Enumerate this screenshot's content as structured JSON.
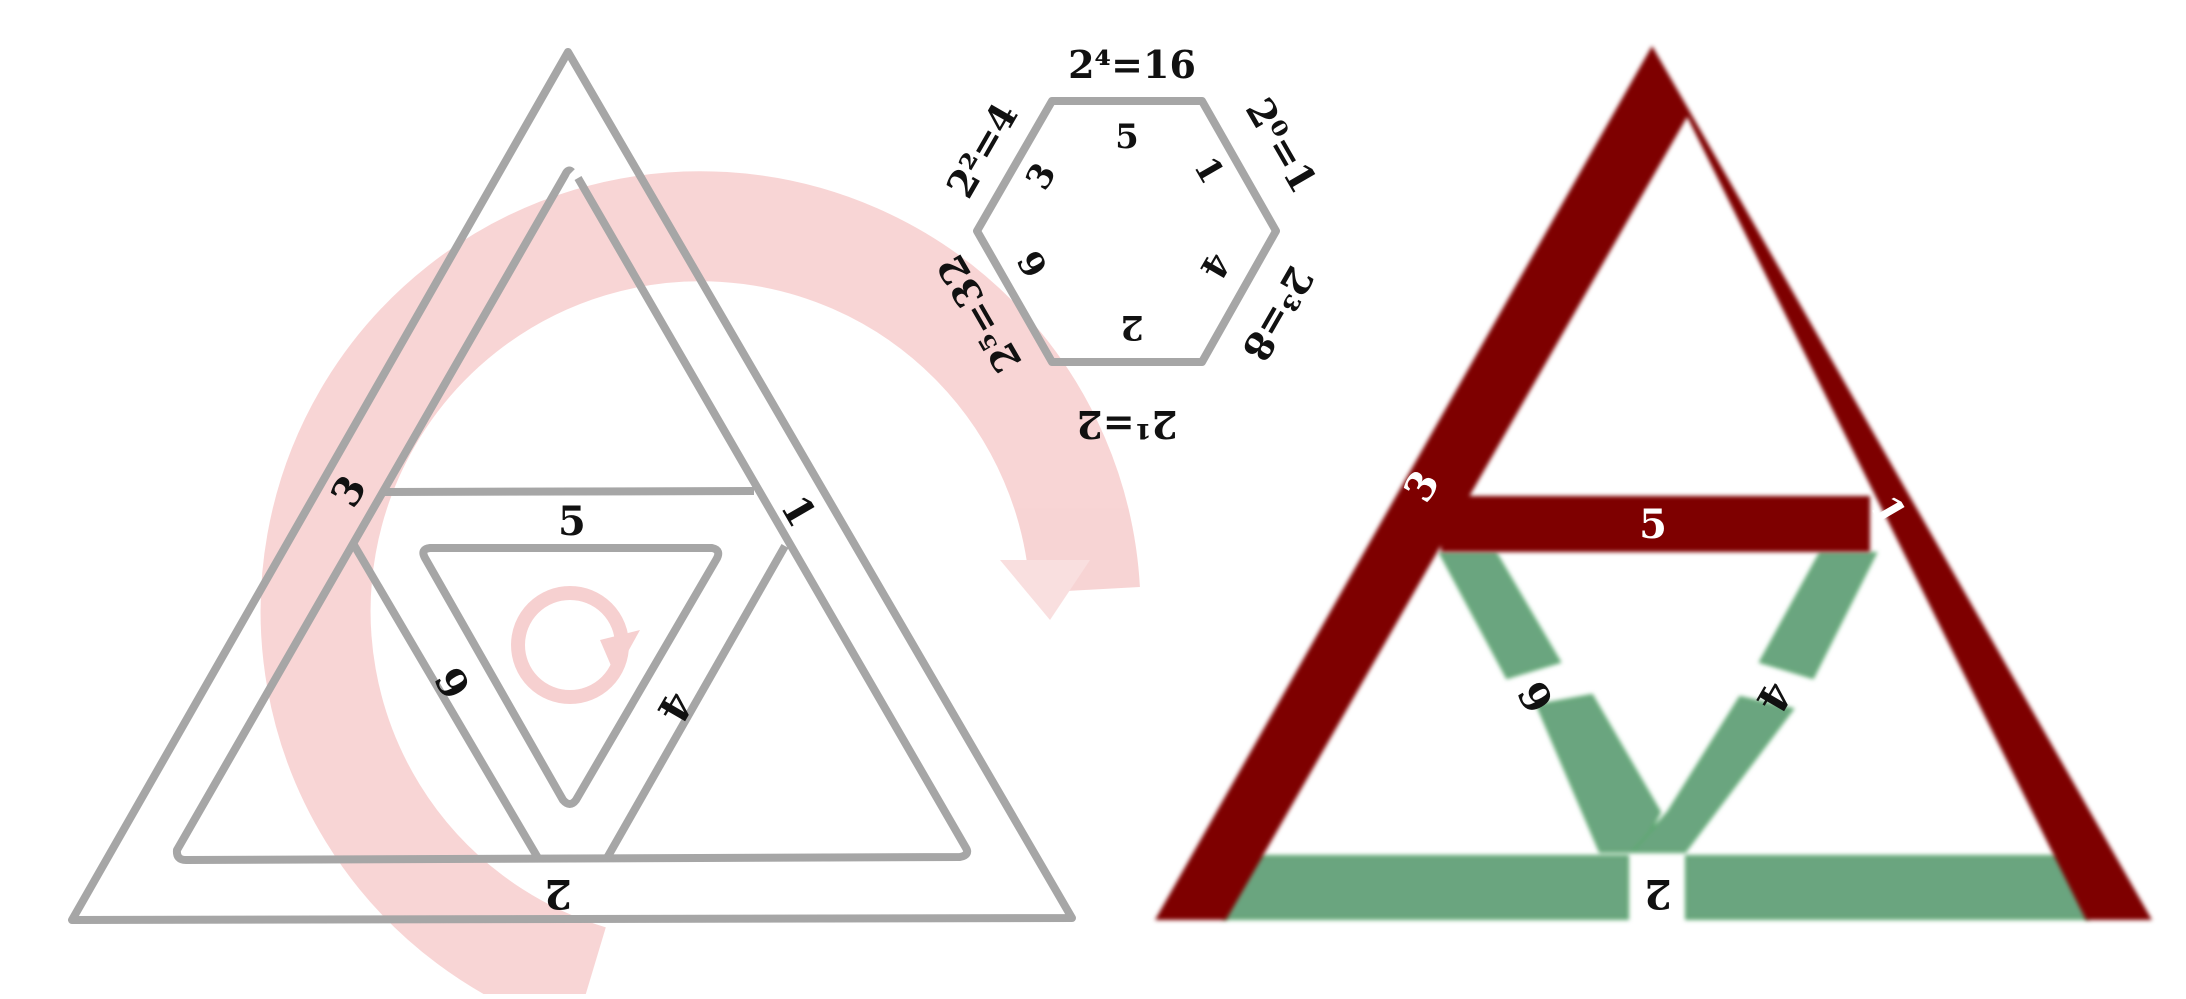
{
  "colors": {
    "outline": "#a6a6a6",
    "watermark": "#f7d0d0",
    "red_bar": "#7e0000",
    "green_bar": "#6aa57f",
    "text": "#111111"
  },
  "left_triangle": {
    "labels": {
      "left": "3",
      "right": "1",
      "top_bar": "5",
      "inner_left": "6",
      "inner_right": "4",
      "bottom": "2"
    },
    "watermark_icon": "rotate-arrow-icon"
  },
  "hexagon": {
    "edges": {
      "top": "2⁴=16",
      "top_right": "2⁰=1",
      "bottom_right": "2³=8",
      "bottom": "2¹=2",
      "bottom_left": "2⁵=32",
      "top_left": "2²=4"
    },
    "inner": {
      "top": "5",
      "top_right": "1",
      "bottom_right": "4",
      "bottom": "2",
      "bottom_left": "6",
      "top_left": "3"
    }
  },
  "right_triangle": {
    "labels": {
      "left": "3",
      "right": "1",
      "top_bar": "5",
      "inner_left": "6",
      "inner_right": "4",
      "bottom": "2"
    }
  }
}
